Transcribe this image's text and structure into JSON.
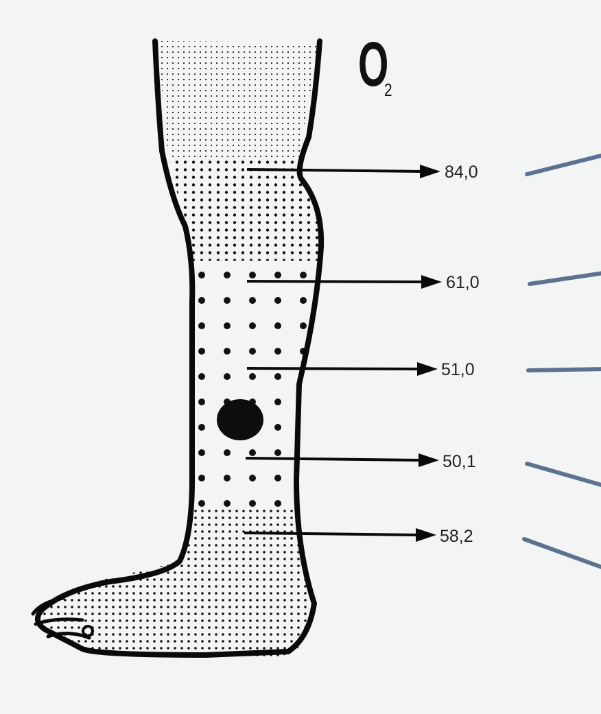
{
  "diagram": {
    "gas": {
      "symbol": "O",
      "subscript": "2"
    },
    "readings": [
      {
        "label": "84,0"
      },
      {
        "label": "61,0"
      },
      {
        "label": "51,0"
      },
      {
        "label": "50,1"
      },
      {
        "label": "58,2"
      }
    ]
  },
  "colors": {
    "background": "#f3f4f4",
    "ink": "#111111",
    "pointer_lines": "#5b7290"
  }
}
